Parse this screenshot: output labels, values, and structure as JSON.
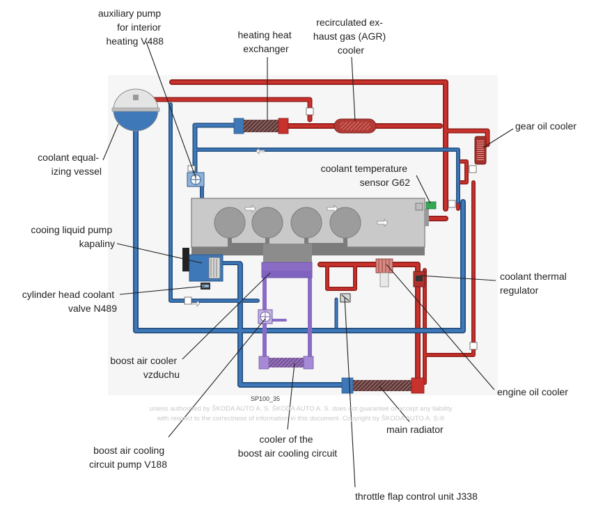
{
  "colors": {
    "hot": "#c8312c",
    "cold": "#3f78b8",
    "boost": "#8a6cc4",
    "engine": "#c9c9c9",
    "leader": "#1f1f1f"
  },
  "labels": {
    "aux_pump": [
      "auxiliary pump",
      "for interior",
      "heating V488"
    ],
    "heat_exchanger": [
      "heating heat",
      "exchanger"
    ],
    "agr_cooler": [
      "recirculated ex-",
      "haust gas (AGR)",
      "cooler"
    ],
    "gear_oil": [
      "gear oil cooler"
    ],
    "vessel": [
      "coolant equal-",
      "izing vessel"
    ],
    "temp_sensor": [
      "coolant temperature",
      "sensor G62"
    ],
    "liquid_pump": [
      "cooing liquid pump",
      "kapaliny"
    ],
    "cyl_valve": [
      "cylinder head coolant",
      "valve N489"
    ],
    "thermal_reg": [
      "coolant thermal",
      "regulator"
    ],
    "boost_cooler": [
      "boost air cooler",
      "vzduchu"
    ],
    "engine_oil": [
      "engine oil cooler"
    ],
    "main_radiator": [
      "main radiator"
    ],
    "boost_pump": [
      "boost air cooling",
      "circuit pump V188"
    ],
    "boost_circuit_cooler": [
      "cooler of the",
      "boost air cooling circuit"
    ],
    "throttle": [
      "throttle flap control unit J338"
    ]
  },
  "figure_code": "SP100_35",
  "watermark": [
    "unless authorised by ŠKODA AUTO A. S. ŠKODA AUTO A. S. does not guarantee or accept any liability",
    "with respect to the correctness of information in this document. Copyright by ŠKODA AUTO A. S.®"
  ]
}
